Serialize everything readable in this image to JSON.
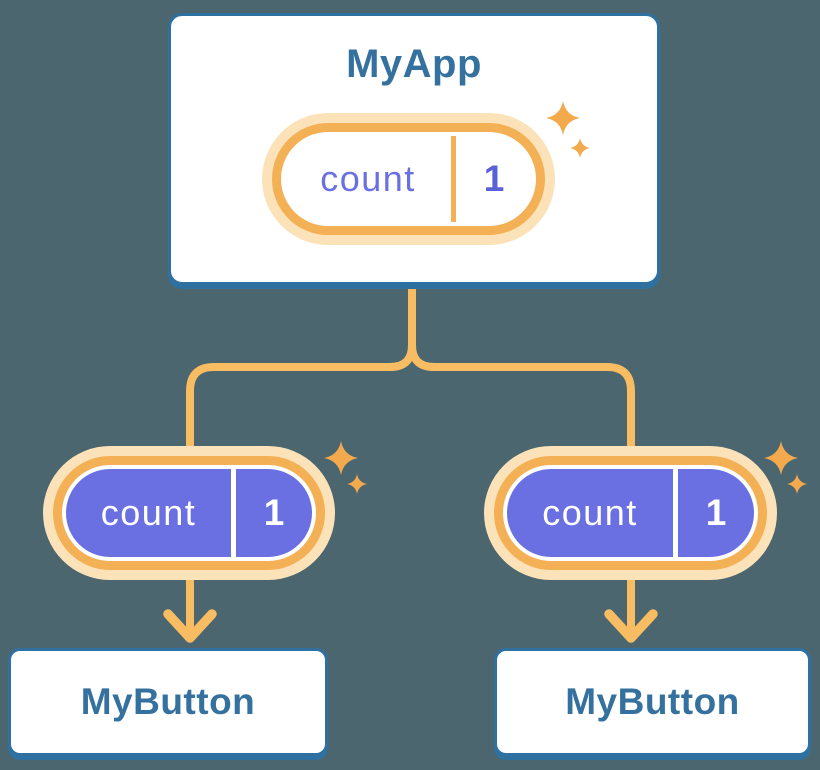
{
  "diagram": {
    "description": "Component tree: parent passes state down as props",
    "background": "#4B666E",
    "palette": {
      "card_background": "#FFFFFF",
      "card_border": "#2E71A0",
      "title_text": "#35719F",
      "connector_orange": "#F8BC63",
      "pill_ring_orange": "#F4B055",
      "pill_halo": "#FCE2B8",
      "sparkle_orange": "#F2AA4D",
      "pill_purple": "#6A70E2",
      "pill_value_purple": "#5A61D4",
      "pill_text_white": "#FFFFFF"
    }
  },
  "app": {
    "title": "MyApp",
    "pill": {
      "label": "count",
      "value": "1"
    }
  },
  "children": [
    {
      "title": "MyButton",
      "pill": {
        "label": "count",
        "value": "1"
      }
    },
    {
      "title": "MyButton",
      "pill": {
        "label": "count",
        "value": "1"
      }
    }
  ]
}
